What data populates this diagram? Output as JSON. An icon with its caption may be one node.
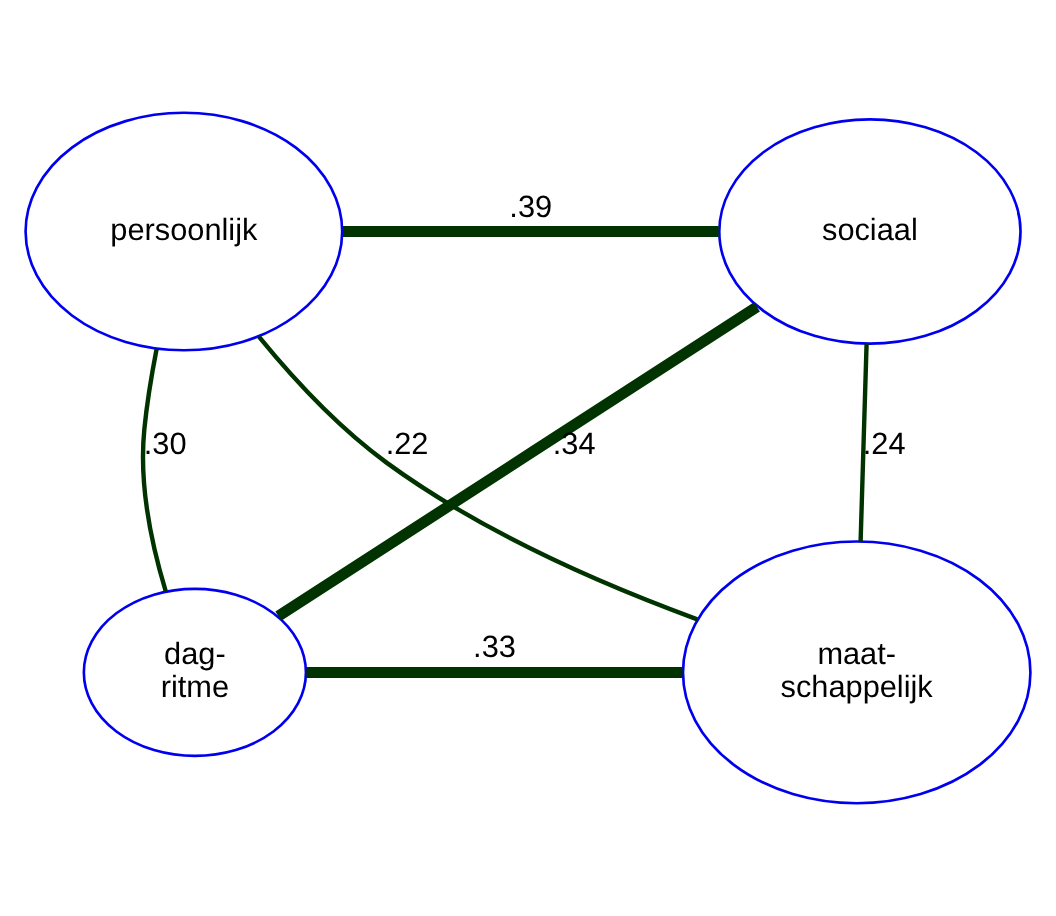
{
  "diagram": {
    "nodes": [
      {
        "text": [
          "persoonlijk"
        ]
      },
      {
        "text": [
          "sociaal"
        ]
      },
      {
        "text": [
          "dag- ritme"
        ]
      },
      {
        "text": [
          "maat- schappelijk"
        ]
      }
    ],
    "edges": [
      {
        "from": 0,
        "to": 1,
        "arrow": "none",
        "label": ".39",
        "style": "thick"
      },
      {
        "from": 1,
        "to": 3,
        "arrow": "none",
        "label": ".24"
      },
      {
        "from": 0,
        "to": 2,
        "arrow": "none",
        "label": ".30"
      },
      {
        "from": 1,
        "to": 2,
        "arrow": "none",
        "label": ".34",
        "style": "thick"
      },
      {
        "from": 0,
        "to": 3,
        "arrow": "none",
        "label": ".22"
      },
      {
        "from": 2,
        "to": 3,
        "arrow": "none",
        "label": ".33",
        "style": "thick"
      }
    ]
  }
}
